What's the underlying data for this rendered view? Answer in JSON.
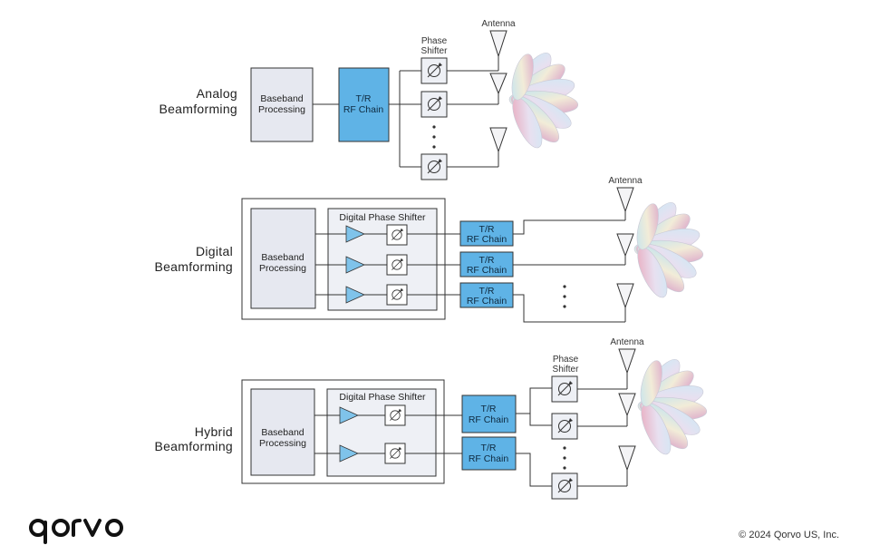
{
  "sections": {
    "analog": {
      "title_line1": "Analog",
      "title_line2": "Beamforming"
    },
    "digital": {
      "title_line1": "Digital",
      "title_line2": "Beamforming"
    },
    "hybrid": {
      "title_line1": "Hybrid",
      "title_line2": "Beamforming"
    }
  },
  "labels": {
    "baseband_line1": "Baseband",
    "baseband_line2": "Processing",
    "tr": "T/R",
    "rf_chain": "RF Chain",
    "phase_line1": "Phase",
    "phase_line2": "Shifter",
    "antenna": "Antenna",
    "digital_phase_shifter": "Digital Phase Shifter"
  },
  "footer": {
    "logo_text": "qorvo",
    "copyright": "© 2024 Qorvo US, Inc."
  },
  "colors": {
    "rf_chain_fill": "#5fb3e6",
    "baseband_fill": "#e6e8f0",
    "box_fill": "#eef0f5"
  }
}
